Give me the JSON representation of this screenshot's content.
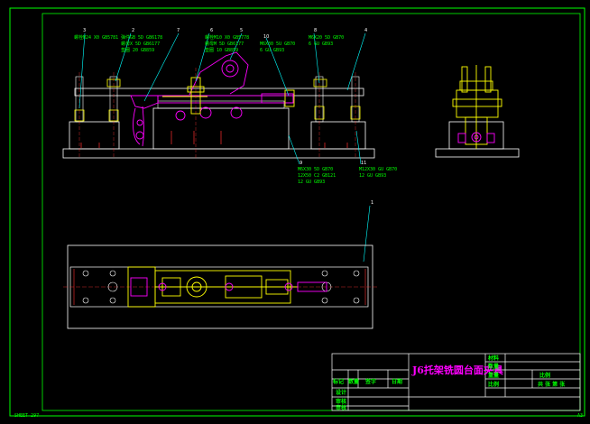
{
  "colors": {
    "background": "#000000",
    "frame": "#00ff00",
    "outline": "#ffffff",
    "part": "#ffff00",
    "leader": "#00ffff",
    "accent": "#ff00ff",
    "dim": "#ff3030"
  },
  "callouts": [
    {
      "num": "3",
      "lines": [
        "螺栓M24 X0 GB5781"
      ]
    },
    {
      "num": "2",
      "lines": [
        "弹件GB 5D GB6178",
        "螺母X 5D GB6177",
        "垫圈 20 GB859"
      ]
    },
    {
      "num": "7",
      "lines": []
    },
    {
      "num": "6",
      "lines": [
        "螺栓M10 X0 GB5778",
        "螺母M 5D GB6177",
        "垫圈 10 GB859"
      ]
    },
    {
      "num": "5",
      "lines": []
    },
    {
      "num": "10",
      "lines": [
        "M6X30 5U GB70",
        "6 GU GB93"
      ]
    },
    {
      "num": "8",
      "lines": [
        "M6X20 5D GB70",
        "6 GU GB93"
      ]
    },
    {
      "num": "4",
      "lines": []
    },
    {
      "num": "9",
      "lines": [
        "M6X30 5D GB70",
        "12X50 C2 GB121",
        "12 GU GB93"
      ]
    },
    {
      "num": "11",
      "lines": [
        "M12X30 GU GB70",
        "12 GU GB93"
      ]
    },
    {
      "num": "1",
      "lines": []
    }
  ],
  "title_block": {
    "title": "J6托架铣圆台面夹具",
    "row_headers": [
      "标记",
      "数量",
      "签字",
      "日期"
    ],
    "left_rows": [
      "设计",
      "审核",
      "校对",
      "审核"
    ],
    "right_fields": [
      "材料",
      "数量",
      "重量",
      "比例"
    ],
    "sheet_fields": [
      "比例",
      "共 张 第 张"
    ]
  },
  "footer": {
    "left": "SHEET-297",
    "right": "A3"
  }
}
